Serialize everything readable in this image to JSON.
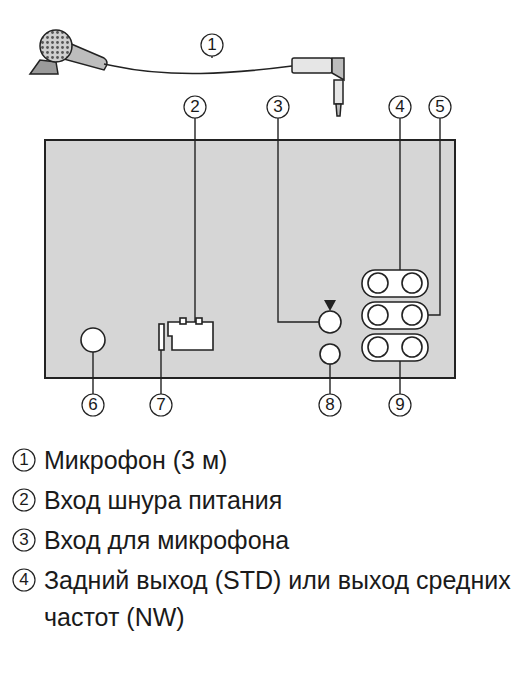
{
  "diagram": {
    "labels": [
      "1",
      "2",
      "3",
      "4",
      "5",
      "6",
      "7",
      "8",
      "9",
      "1",
      "Микрофон (3 м)",
      "2",
      "Вход шнура питания",
      "3",
      "Вход для микрофона",
      "4",
      "Задний выход (STD) или выход средних частот (NW)"
    ]
  }
}
